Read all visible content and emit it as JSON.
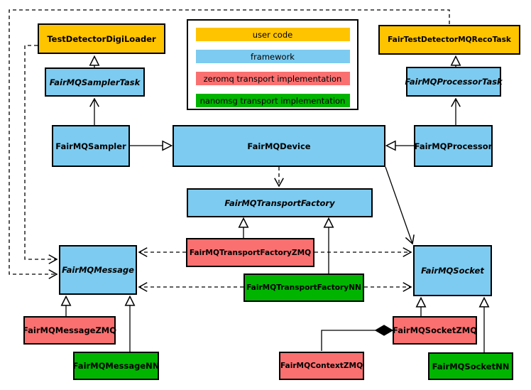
{
  "diagram": {
    "background": "#ffffff",
    "colors": {
      "user_code": "#FFC400",
      "framework": "#7DCBF0",
      "zeromq_transport": "#FA7070",
      "nanomsg_transport": "#00B400",
      "line": "#000000"
    },
    "legend": {
      "items": [
        {
          "label": "user code",
          "color": "#FFC400"
        },
        {
          "label": "framework",
          "color": "#7DCBF0"
        },
        {
          "label": "zeromq transport implementation",
          "color": "#FA7070"
        },
        {
          "label": "nanomsg transport implementation",
          "color": "#00B400"
        }
      ]
    },
    "nodes": {
      "testDetectorDigiLoader": {
        "label": "TestDetectorDigiLoader",
        "category": "user code",
        "abstract": false
      },
      "fairTestDetectorMQRecoTask": {
        "label": "FairTestDetectorMQRecoTask",
        "category": "user code",
        "abstract": false
      },
      "fairMQSamplerTask": {
        "label": "FairMQSamplerTask",
        "category": "framework",
        "abstract": true
      },
      "fairMQProcessorTask": {
        "label": "FairMQProcessorTask",
        "category": "framework",
        "abstract": true
      },
      "fairMQSampler": {
        "label": "FairMQSampler",
        "category": "framework",
        "abstract": false
      },
      "fairMQDevice": {
        "label": "FairMQDevice",
        "category": "framework",
        "abstract": false
      },
      "fairMQProcessor": {
        "label": "FairMQProcessor",
        "category": "framework",
        "abstract": false
      },
      "fairMQTransportFactory": {
        "label": "FairMQTransportFactory",
        "category": "framework",
        "abstract": true
      },
      "fairMQTransportFactoryZMQ": {
        "label": "FairMQTransportFactoryZMQ",
        "category": "zeromq transport implementation",
        "abstract": false
      },
      "fairMQTransportFactoryNN": {
        "label": "FairMQTransportFactoryNN",
        "category": "nanomsg transport implementation",
        "abstract": false
      },
      "fairMQMessage": {
        "label": "FairMQMessage",
        "category": "framework",
        "abstract": true
      },
      "fairMQSocket": {
        "label": "FairMQSocket",
        "category": "framework",
        "abstract": true
      },
      "fairMQMessageZMQ": {
        "label": "FairMQMessageZMQ",
        "category": "zeromq transport implementation",
        "abstract": false
      },
      "fairMQMessageNN": {
        "label": "FairMQMessageNN",
        "category": "nanomsg transport implementation",
        "abstract": false
      },
      "fairMQContextZMQ": {
        "label": "FairMQContextZMQ",
        "category": "zeromq transport implementation",
        "abstract": false
      },
      "fairMQSocketZMQ": {
        "label": "FairMQSocketZMQ",
        "category": "zeromq transport implementation",
        "abstract": false
      },
      "fairMQSocketNN": {
        "label": "FairMQSocketNN",
        "category": "nanomsg transport implementation",
        "abstract": false
      }
    },
    "relations": [
      {
        "from": "FairMQSamplerTask",
        "to": "TestDetectorDigiLoader",
        "kind": "solid-hollow-triangle"
      },
      {
        "from": "FairMQProcessorTask",
        "to": "FairTestDetectorMQRecoTask",
        "kind": "solid-hollow-triangle"
      },
      {
        "from": "FairMQSampler",
        "to": "FairMQSamplerTask",
        "kind": "solid-open-arrow"
      },
      {
        "from": "FairMQProcessor",
        "to": "FairMQProcessorTask",
        "kind": "solid-open-arrow"
      },
      {
        "from": "FairMQSampler",
        "to": "FairMQDevice",
        "kind": "solid-hollow-triangle"
      },
      {
        "from": "FairMQProcessor",
        "to": "FairMQDevice",
        "kind": "solid-hollow-triangle"
      },
      {
        "from": "FairMQDevice",
        "to": "FairMQTransportFactory",
        "kind": "dashed-open-arrow"
      },
      {
        "from": "FairMQDevice",
        "to": "FairMQSocket",
        "kind": "solid-open-arrow"
      },
      {
        "from": "FairMQTransportFactoryZMQ",
        "to": "FairMQTransportFactory",
        "kind": "solid-hollow-triangle"
      },
      {
        "from": "FairMQTransportFactoryNN",
        "to": "FairMQTransportFactory",
        "kind": "solid-hollow-triangle"
      },
      {
        "from": "FairMQTransportFactoryZMQ",
        "to": "FairMQMessage",
        "kind": "dashed-open-arrow"
      },
      {
        "from": "FairMQTransportFactoryZMQ",
        "to": "FairMQSocket",
        "kind": "dashed-open-arrow"
      },
      {
        "from": "FairMQTransportFactoryNN",
        "to": "FairMQMessage",
        "kind": "dashed-open-arrow"
      },
      {
        "from": "FairMQTransportFactoryNN",
        "to": "FairMQSocket",
        "kind": "dashed-open-arrow"
      },
      {
        "from": "TestDetectorDigiLoader",
        "to": "FairMQMessage",
        "kind": "dashed-open-arrow"
      },
      {
        "from": "FairTestDetectorMQRecoTask",
        "to": "FairMQMessage",
        "kind": "dashed-open-arrow"
      },
      {
        "from": "FairMQMessageZMQ",
        "to": "FairMQMessage",
        "kind": "solid-hollow-triangle"
      },
      {
        "from": "FairMQMessageNN",
        "to": "FairMQMessage",
        "kind": "solid-hollow-triangle"
      },
      {
        "from": "FairMQSocketZMQ",
        "to": "FairMQSocket",
        "kind": "solid-hollow-triangle"
      },
      {
        "from": "FairMQSocketNN",
        "to": "FairMQSocket",
        "kind": "solid-hollow-triangle"
      },
      {
        "from": "FairMQContextZMQ",
        "to": "FairMQSocketZMQ",
        "kind": "solid-filled-diamond"
      }
    ]
  }
}
